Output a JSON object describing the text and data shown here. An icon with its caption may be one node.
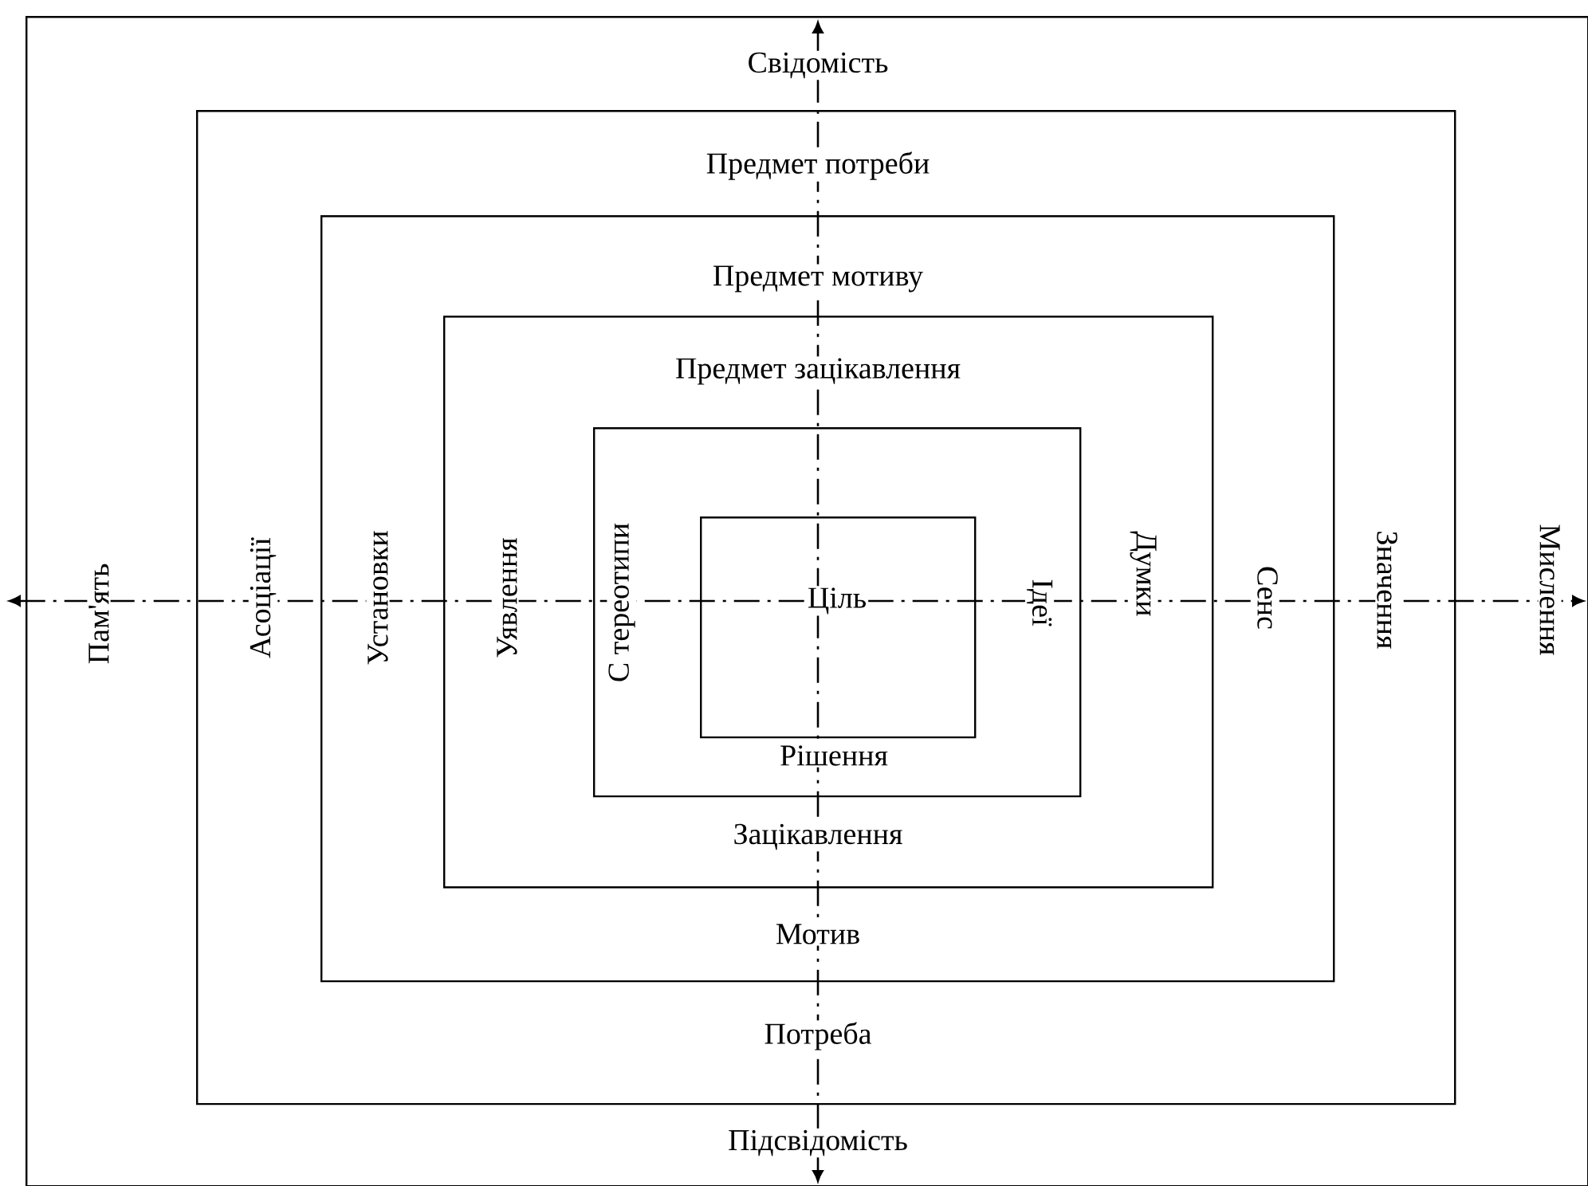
{
  "diagram": {
    "nodes": [
      {
        "text": [
          "Свідомість",
          "Підсвідомість",
          "Пам'ять",
          "Мислення"
        ]
      },
      {
        "text": [
          "Предмет потреби",
          "Потреба",
          "Асоціації",
          "Значення"
        ],
        "in": 0
      },
      {
        "text": [
          "Предмет мотиву",
          "Мотив",
          "Установки",
          "Сенс"
        ],
        "in": 1
      },
      {
        "text": [
          "Предмет зацікавлення",
          "Зацікавлення",
          "Уявлення",
          "Думки"
        ],
        "in": 2
      },
      {
        "text": [
          "С тереотипи",
          "Рішення",
          "Ідеї"
        ],
        "in": 3
      },
      {
        "text": [
          "Ціль"
        ],
        "in": 4
      }
    ]
  }
}
